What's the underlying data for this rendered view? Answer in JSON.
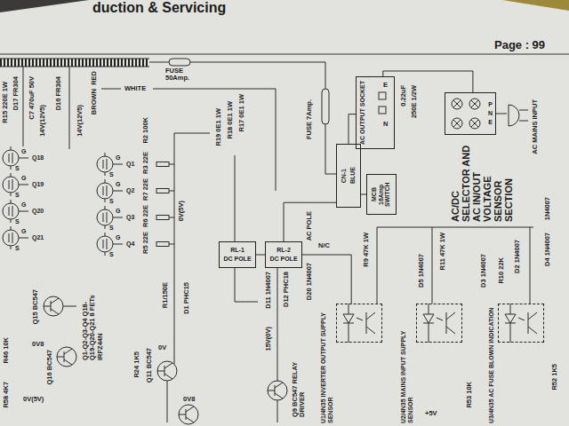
{
  "diagram": {
    "title": "duction & Servicing",
    "nodes": [
      {
        "text": [
          "AC OUTPUT SOCKET"
        ]
      },
      {
        "text": [
          "P",
          "N",
          "E"
        ]
      },
      {
        "text": [
          "CN-1",
          "BLUE"
        ]
      },
      {
        "text": [
          "MCB 16Amp SWITCH"
        ]
      },
      {
        "text": [
          "RL-1",
          "DC POLE"
        ]
      },
      {
        "text": [
          "RL-2",
          "DC POLE"
        ]
      },
      {
        "text": [
          "U1/4N35 INVERTER OUTPUT SUPPLY SENSOR"
        ]
      },
      {
        "text": [
          "U2/4N35 MAINS INPUT SUPPLY SENSOR"
        ]
      },
      {
        "text": [
          "U3/4N35 AC FUSE BLOWN INDICATION"
        ]
      }
    ],
    "edges": [
      {
        "from": 0,
        "to": 1,
        "arrow": "none"
      },
      {
        "from": 2,
        "to": 0,
        "arrow": "none"
      },
      {
        "from": 2,
        "to": 3,
        "arrow": "none"
      },
      {
        "from": 5,
        "to": 2,
        "arrow": "none"
      },
      {
        "from": 4,
        "to": 5,
        "arrow": "none"
      },
      {
        "from": 5,
        "to": 6,
        "arrow": "none"
      }
    ],
    "labels": [
      "Page : 99",
      "R15 220E 1W",
      "D17 FR304",
      "C7 470uF 50V",
      "D16 FR304",
      "RED",
      "BROWN",
      "WHITE",
      "FUSE 50Amp.",
      "FUSE 7Amp.",
      "0.22uF",
      "250E 1/2W",
      "E",
      "N",
      "AC MAINS INPUT",
      "14V(12V5)",
      "14V(12V5)",
      "R2 100K",
      "R17 0E1 1W",
      "R18 0E1 1W",
      "R19 0E1 1W",
      "Q18",
      "S",
      "G",
      "Q19",
      "S",
      "G",
      "Q20",
      "S",
      "G",
      "Q21",
      "S",
      "G",
      "Q1",
      "S",
      "G",
      "Q2",
      "S",
      "G",
      "Q3",
      "S",
      "G",
      "Q4",
      "S",
      "G",
      "R3 22E",
      "R7 22E",
      "R6 22E",
      "R5 22E",
      "0V(5V)",
      "AC POLE",
      "N/C",
      "D20 1N4007",
      "D11 1N4007",
      "D12 PHC18",
      "15V(0V)",
      "Q9 BC547 RELAY DRIVER",
      "Q15 BC547",
      "R46 10K",
      "0V8",
      "Q16 BC547",
      "0V(5V)",
      "R58 4K7",
      "Q1-Q2-Q3-Q4 Q18-Q19-Q20-Q21 8 FETs IRFZ44N",
      "R1/150E",
      "D1 PHC15",
      "R24 1K5",
      "Q11 BC547",
      "0V",
      "0V8",
      "R9 47K 1W",
      "D5 1N4007",
      "R11 47K 1W",
      "D3 1N4007",
      "R10 22K",
      "D2 1N4007",
      "D4 1N4007",
      "1N4007",
      "R53 10K",
      "+5V",
      "R52 1K5",
      "AC/DC SELECTOR AND AC IN/OUT VOLTAGE SENSOR SECTION"
    ]
  }
}
